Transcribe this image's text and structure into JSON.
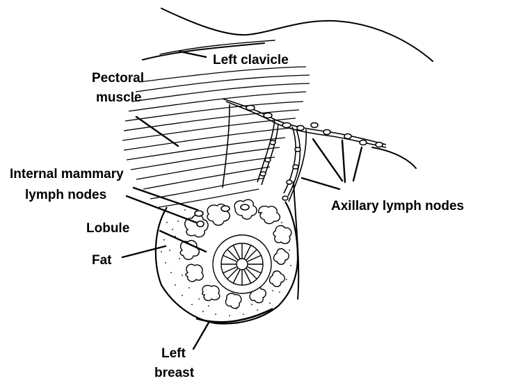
{
  "labels": {
    "left_clavicle": "Left clavicle",
    "pectoral_line1": "Pectoral",
    "pectoral_line2": "muscle",
    "internal_line1": "Internal  mammary",
    "internal_line2": "lymph nodes",
    "lobule": "Lobule",
    "fat": "Fat",
    "axillary": "Axillary lymph nodes",
    "breast_line1": "Left",
    "breast_line2": "breast"
  }
}
